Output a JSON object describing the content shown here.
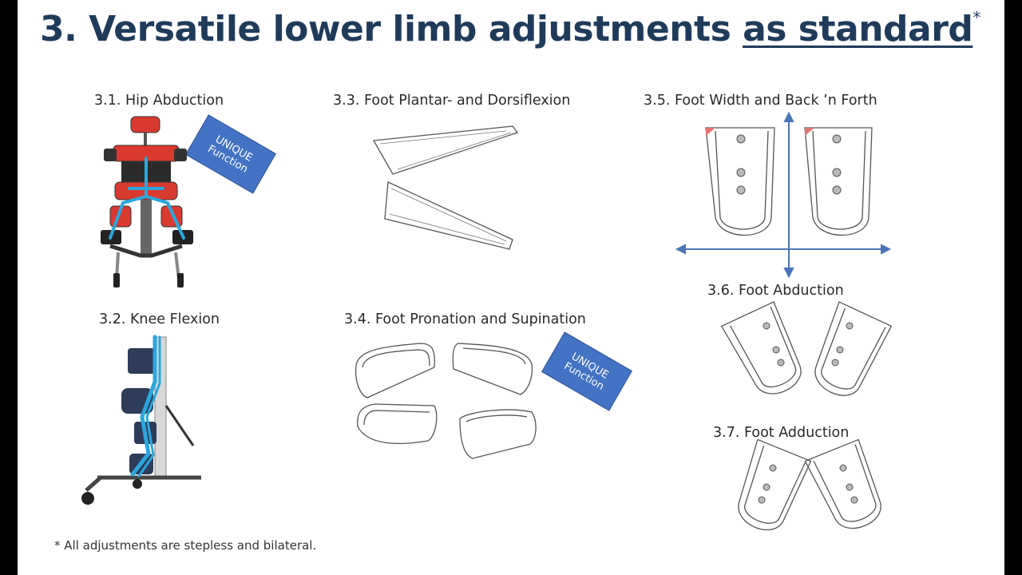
{
  "title": {
    "main": "3. Versatile lower limb adjustments ",
    "underlined": "as standard",
    "asterisk": "*"
  },
  "sections": {
    "hip_abduction": "3.1. Hip Abduction",
    "knee_flexion": "3.2. Knee Flexion",
    "foot_plantar": "3.3. Foot Plantar- and Dorsiflexion",
    "foot_pronation": "3.4. Foot Pronation and Supination",
    "foot_width": "3.5. Foot Width and Back ’n Forth",
    "foot_abduction": "3.6. Foot Abduction",
    "foot_adduction": "3.7. Foot Adduction"
  },
  "badges": [
    {
      "line1": "UNIQUE",
      "line2": "Function"
    },
    {
      "line1": "UNIQUE",
      "line2": "Function"
    }
  ],
  "footnote": "* All adjustments are stepless and bilateral.",
  "colors": {
    "title": "#1f3b5c",
    "badge": "#4472c4",
    "arrow": "#4a76b8",
    "highlight": "#2aa7df",
    "seat": "#d93a2f"
  }
}
